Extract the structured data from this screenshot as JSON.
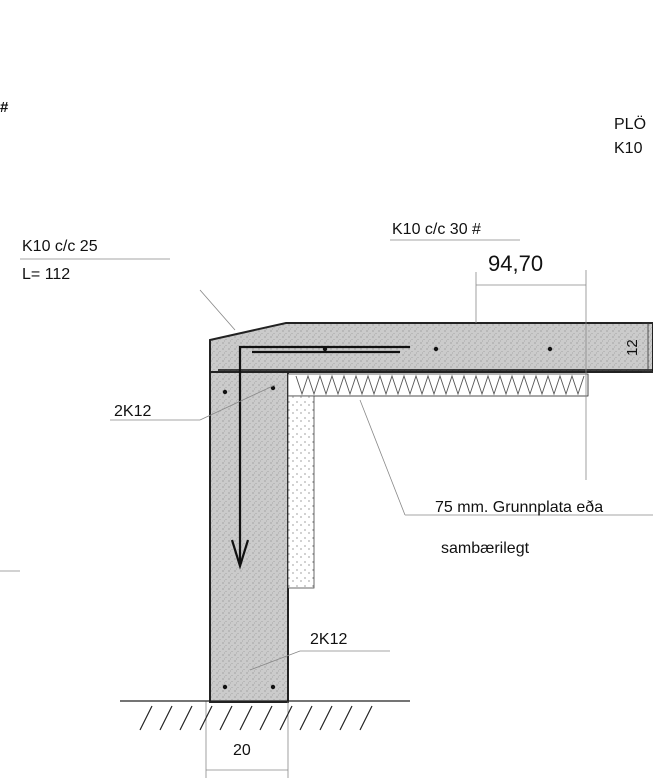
{
  "labels": {
    "hash_left": "#",
    "plo_top": "PLÖ",
    "k10_top_right": "K10",
    "rebar_top_left": "K10 c/c 25",
    "length_top_left": "L= 112",
    "rebar_slab": "K10 c/c 30 #",
    "elevation": "94,70",
    "slab_thickness": "12",
    "rebar_upper_wall": "2K12",
    "rebar_lower_wall": "2K12",
    "insulation_note_line1": "75 mm. Grunnplata eða",
    "insulation_note_line2": "sambærilegt",
    "wall_width": "20"
  },
  "colors": {
    "concrete": "#c9c9c9",
    "line": "#222222",
    "leader": "#888888"
  }
}
